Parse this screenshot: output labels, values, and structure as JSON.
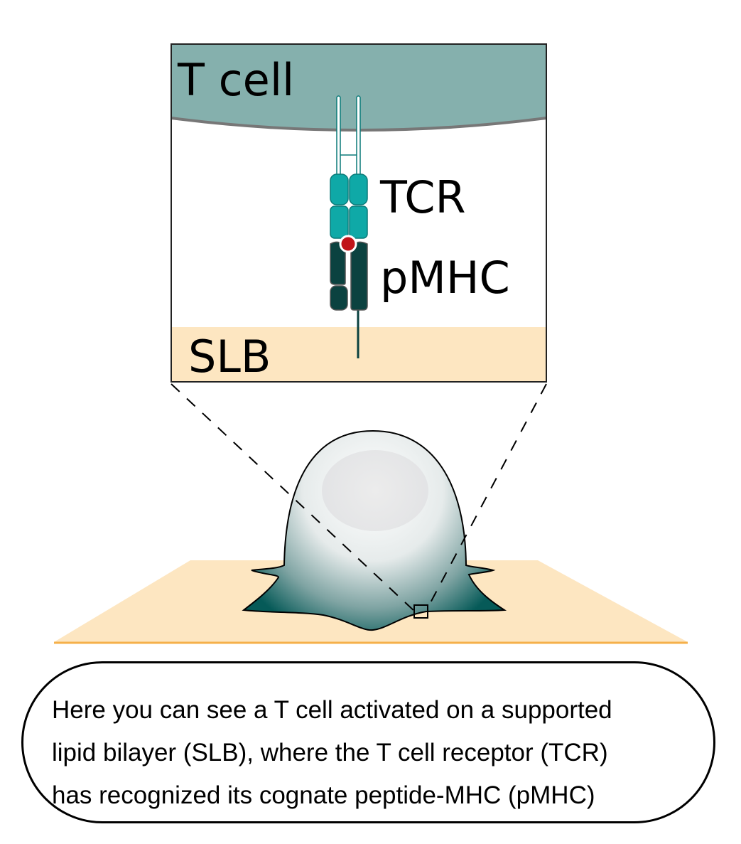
{
  "labels": {
    "t_cell": "T cell",
    "tcr": "TCR",
    "pmhc": "pMHC",
    "slb": "SLB"
  },
  "caption": {
    "lines": [
      "Here you can see a T cell activated on a supported",
      "lipid bilayer (SLB), where the T cell receptor (TCR)",
      "has recognized its cognate peptide-MHC (pMHC)"
    ]
  },
  "colors": {
    "t_cell_region": "#85b0ad",
    "slb": "#fde6c1",
    "slb_edge": "#f5b04a",
    "tcr": "#0fa9a7",
    "pmhc": "#0b4240",
    "peptide": "#c0141a",
    "cell_dark": "#065a58"
  }
}
